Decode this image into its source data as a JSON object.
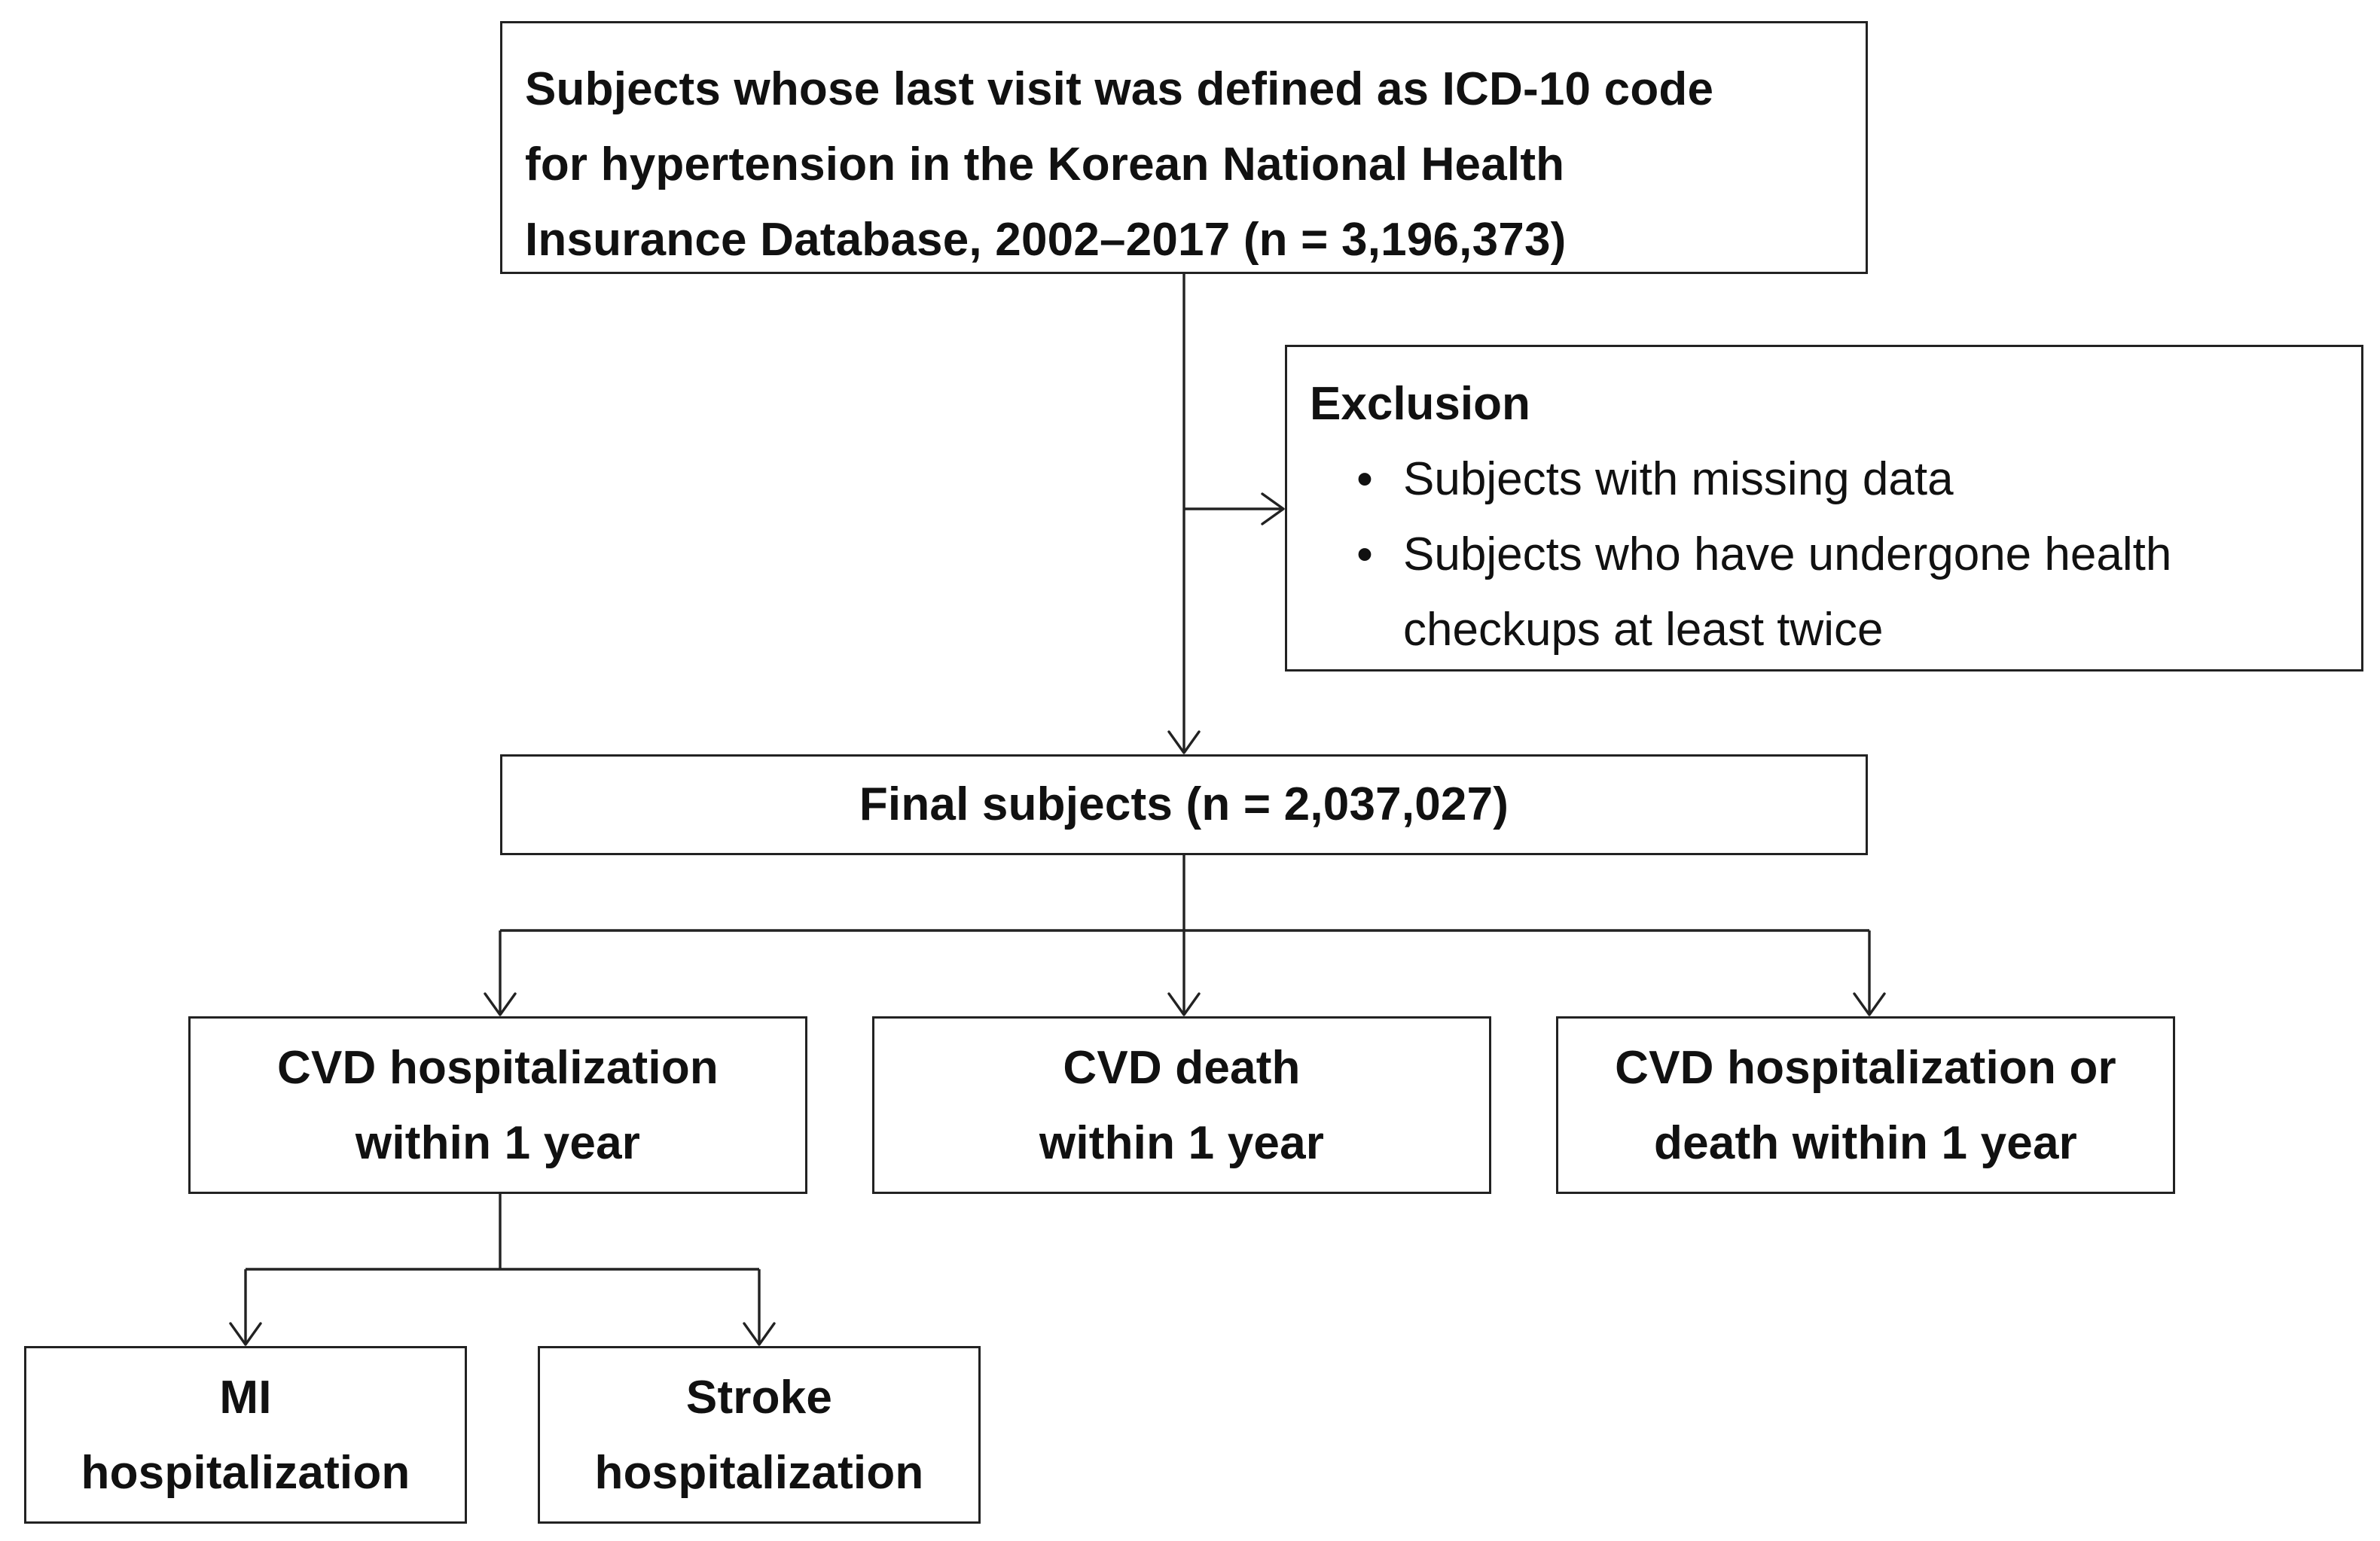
{
  "source_box": {
    "lines": [
      "Subjects whose last visit was defined as ICD-10 code",
      "for hypertension in the Korean National Health",
      "Insurance Database, 2002–2017 (n = 3,196,373)"
    ]
  },
  "exclusion_box": {
    "title": "Exclusion",
    "bullet": "•",
    "items": [
      {
        "lines": [
          "Subjects with missing data"
        ]
      },
      {
        "lines": [
          "Subjects who have undergone health",
          "checkups at least twice"
        ]
      }
    ]
  },
  "final_box": {
    "label": "Final subjects (n = 2,037,027)"
  },
  "outcomes": [
    {
      "lines": [
        "CVD hospitalization",
        "within 1 year"
      ]
    },
    {
      "lines": [
        "CVD death",
        "within 1 year"
      ]
    },
    {
      "lines": [
        "CVD hospitalization or",
        "death within 1 year"
      ]
    }
  ],
  "sub_outcomes": [
    {
      "lines": [
        "MI",
        "hospitalization"
      ]
    },
    {
      "lines": [
        "Stroke",
        "hospitalization"
      ]
    }
  ]
}
